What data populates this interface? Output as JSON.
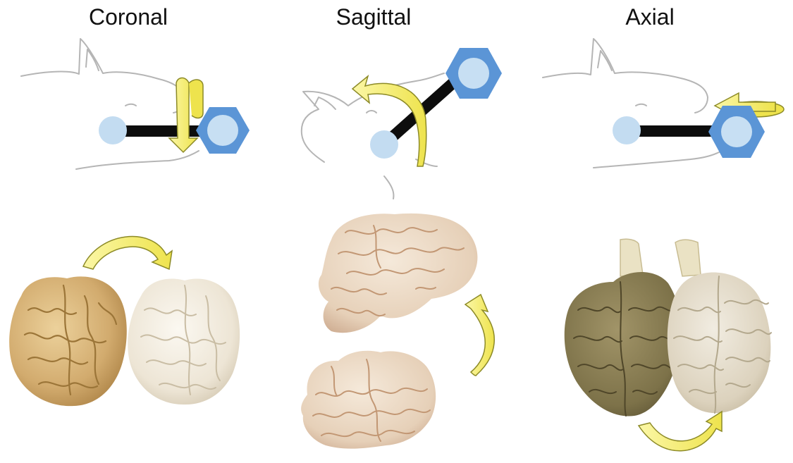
{
  "panels": [
    {
      "title": "Coronal"
    },
    {
      "title": "Sagittal"
    },
    {
      "title": "Axial"
    }
  ],
  "colors": {
    "arrow_yellow": "#f3ec61",
    "arrow_outline": "#8c8a27",
    "head_outline": "#b5b5b5",
    "rod": "#0d0d0d",
    "hexagon": "#5b95d6",
    "hexagon_inner": "#c7dff3",
    "small_sphere": "#c3dcf1",
    "brain_coronal_tan": "#d8b47a",
    "brain_coronal_pale": "#efe9dc",
    "brain_sagittal": "#ead7c2",
    "brain_axial_olive": "#857a52",
    "brain_axial_pale": "#dcd3c0",
    "brainstem": "#eae2c4"
  }
}
